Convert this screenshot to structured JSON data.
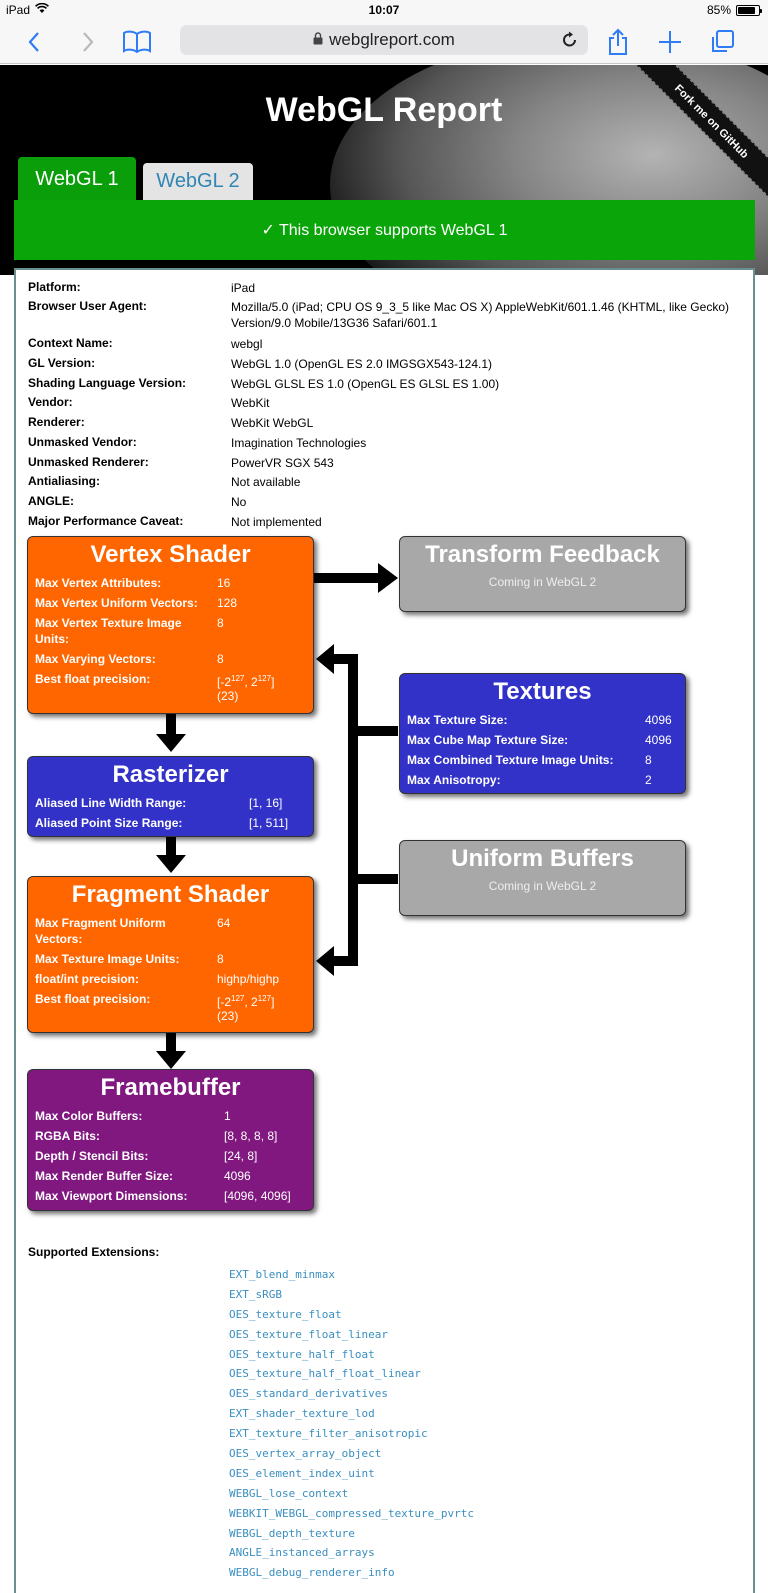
{
  "status_bar": {
    "device": "iPad",
    "time": "10:07",
    "battery": "85%",
    "battery_level": 0.85
  },
  "browser": {
    "url": "webglreport.com"
  },
  "header": {
    "title": "WebGL Report",
    "ribbon": "Fork me on GitHub"
  },
  "tabs": [
    {
      "label": "WebGL 1"
    },
    {
      "label": "WebGL 2"
    }
  ],
  "banner": {
    "text": "✓ This browser supports WebGL 1"
  },
  "info": [
    {
      "key": "Platform:",
      "value": "iPad"
    },
    {
      "key": "Browser User Agent:",
      "value": "Mozilla/5.0 (iPad; CPU OS 9_3_5 like Mac OS X) AppleWebKit/601.1.46 (KHTML, like Gecko)",
      "value2": "Version/9.0 Mobile/13G36 Safari/601.1"
    },
    {
      "key": "Context Name:",
      "value": "webgl"
    },
    {
      "key": "GL Version:",
      "value": "WebGL 1.0 (OpenGL ES 2.0 IMGSGX543-124.1)"
    },
    {
      "key": "Shading Language Version:",
      "value": "WebGL GLSL ES 1.0 (OpenGL ES GLSL ES 1.00)"
    },
    {
      "key": "Vendor:",
      "value": "WebKit"
    },
    {
      "key": "Renderer:",
      "value": "WebKit WebGL"
    },
    {
      "key": "Unmasked Vendor:",
      "value": "Imagination Technologies"
    },
    {
      "key": "Unmasked Renderer:",
      "value": "PowerVR SGX 543"
    },
    {
      "key": "Antialiasing:",
      "value": "Not available"
    },
    {
      "key": "ANGLE:",
      "value": "No"
    },
    {
      "key": "Major Performance Caveat:",
      "value": "Not implemented"
    }
  ],
  "vertex_shader": {
    "title": "Vertex Shader",
    "rows": [
      {
        "key": "Max Vertex Attributes:",
        "value": "16"
      },
      {
        "key": "Max Vertex Uniform Vectors:",
        "value": "128"
      },
      {
        "key": "Max Vertex Texture Image",
        "key2": "Units:",
        "value": "8"
      },
      {
        "key": "Max Varying Vectors:",
        "value": "8"
      },
      {
        "key": "Best float precision:",
        "value_a": "[-2",
        "exp1": "127",
        "value_b": ", 2",
        "exp2": "127",
        "value_c": "]",
        "value2": "(23)"
      }
    ]
  },
  "transform_feedback": {
    "title": "Transform Feedback",
    "note": "Coming in WebGL 2"
  },
  "textures": {
    "title": "Textures",
    "rows": [
      {
        "key": "Max Texture Size:",
        "value": "4096"
      },
      {
        "key": "Max Cube Map Texture Size:",
        "value": "4096"
      },
      {
        "key": "Max Combined Texture Image Units:",
        "value": "8"
      },
      {
        "key": "Max Anisotropy:",
        "value": "2"
      }
    ]
  },
  "rasterizer": {
    "title": "Rasterizer",
    "rows": [
      {
        "key": "Aliased Line Width Range:",
        "value": "[1, 16]"
      },
      {
        "key": "Aliased Point Size Range:",
        "value": "[1, 511]"
      }
    ]
  },
  "uniform_buffers": {
    "title": "Uniform Buffers",
    "note": "Coming in WebGL 2"
  },
  "fragment_shader": {
    "title": "Fragment Shader",
    "rows": [
      {
        "key": "Max Fragment Uniform",
        "key2": "Vectors:",
        "value": "64"
      },
      {
        "key": "Max Texture Image Units:",
        "value": "8"
      },
      {
        "key": "float/int precision:",
        "value": "highp/highp"
      },
      {
        "key": "Best float precision:",
        "value_a": "[-2",
        "exp1": "127",
        "value_b": ", 2",
        "exp2": "127",
        "value_c": "]",
        "value2": "(23)"
      }
    ]
  },
  "framebuffer": {
    "title": "Framebuffer",
    "rows": [
      {
        "key": "Max Color Buffers:",
        "value": "1"
      },
      {
        "key": "RGBA Bits:",
        "value": "[8, 8, 8, 8]"
      },
      {
        "key": "Depth / Stencil Bits:",
        "value": "[24, 8]"
      },
      {
        "key": "Max Render Buffer Size:",
        "value": "4096"
      },
      {
        "key": "Max Viewport Dimensions:",
        "value": "[4096, 4096]"
      }
    ]
  },
  "extensions": {
    "label": "Supported Extensions:",
    "items": [
      "EXT_blend_minmax",
      "EXT_sRGB",
      "OES_texture_float",
      "OES_texture_float_linear",
      "OES_texture_half_float",
      "OES_texture_half_float_linear",
      "OES_standard_derivatives",
      "EXT_shader_texture_lod",
      "EXT_texture_filter_anisotropic",
      "OES_vertex_array_object",
      "OES_element_index_uint",
      "WEBGL_lose_context",
      "WEBKIT_WEBGL_compressed_texture_pvrtc",
      "WEBGL_depth_texture",
      "ANGLE_instanced_arrays",
      "WEBGL_debug_renderer_info"
    ]
  }
}
